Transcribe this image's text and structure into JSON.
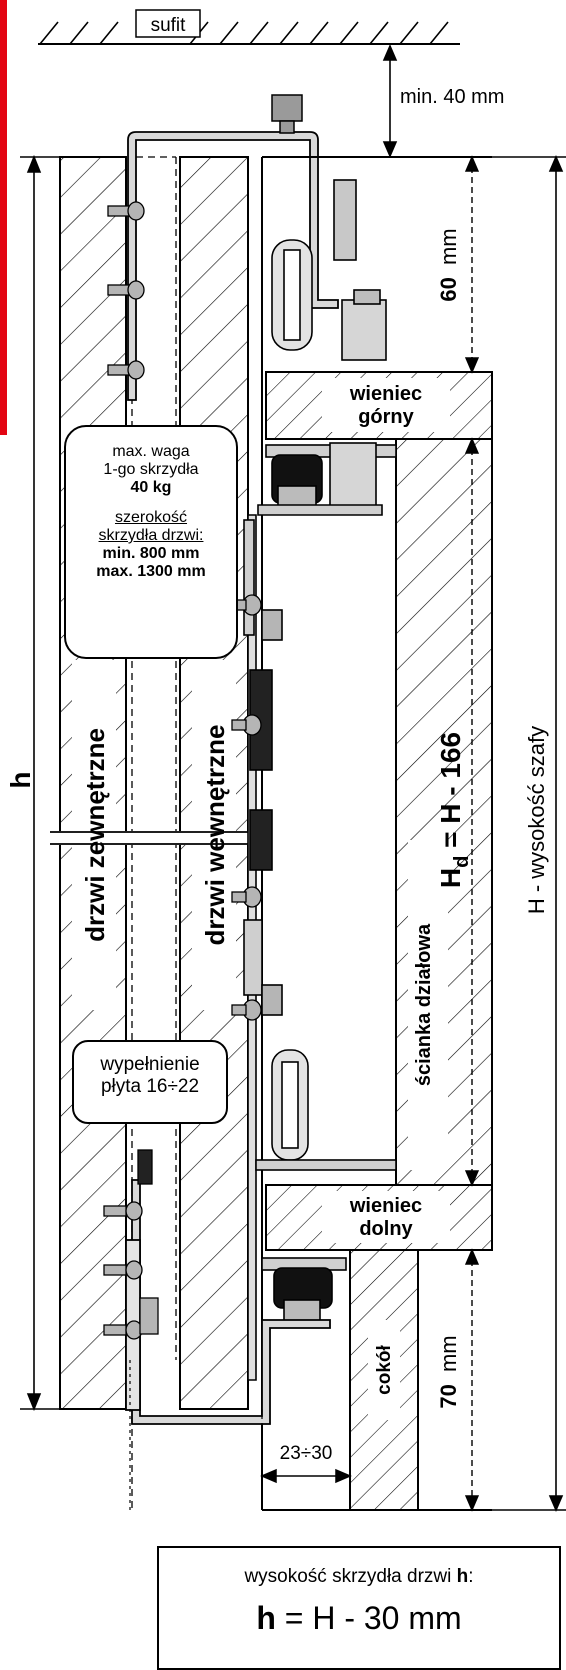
{
  "ceiling": {
    "label": "sufit"
  },
  "clearance": {
    "label": "min. 40 mm"
  },
  "top_dim": {
    "value": "60",
    "unit": "mm"
  },
  "bottom_dim": {
    "value": "70",
    "unit": "mm"
  },
  "gap_dim": {
    "label": "23÷30"
  },
  "weight_note": {
    "line1": "max. waga",
    "line2": "1-go skrzydła",
    "line3": "40 kg",
    "line4": "szerokość",
    "line5": "skrzydła drzwi:",
    "line6": "min. 800 mm",
    "line7": "max. 1300 mm"
  },
  "fill_note": {
    "line1": "wypełnienie",
    "line2": "płyta 16÷22"
  },
  "labels": {
    "outer_door": "drzwi zewnętrzne",
    "inner_door": "drzwi wewnętrzne",
    "top_rail": "wieniec górny",
    "top_rail_line1": "wieniec",
    "top_rail_line2": "górny",
    "bottom_rail_line1": "wieniec",
    "bottom_rail_line2": "dolny",
    "partition": "ścianka działowa",
    "plinth": "cokół",
    "door_height": "h",
    "hd_formula_main": "H",
    "hd_formula_sub": "d",
    "hd_formula_rest": " = H - 166",
    "wardrobe_height": "H - wysokość szafy"
  },
  "formula": {
    "caption": "wysokość skrzydła drzwi h:",
    "caption_plain": "wysokość skrzydła drzwi ",
    "caption_bold": "h",
    "caption_end": ":",
    "bold_var": "h",
    "rest": " = H - 30 mm"
  },
  "colors": {
    "accent": "#e30613",
    "line": "#000000",
    "metal": "#d9d9d9"
  }
}
